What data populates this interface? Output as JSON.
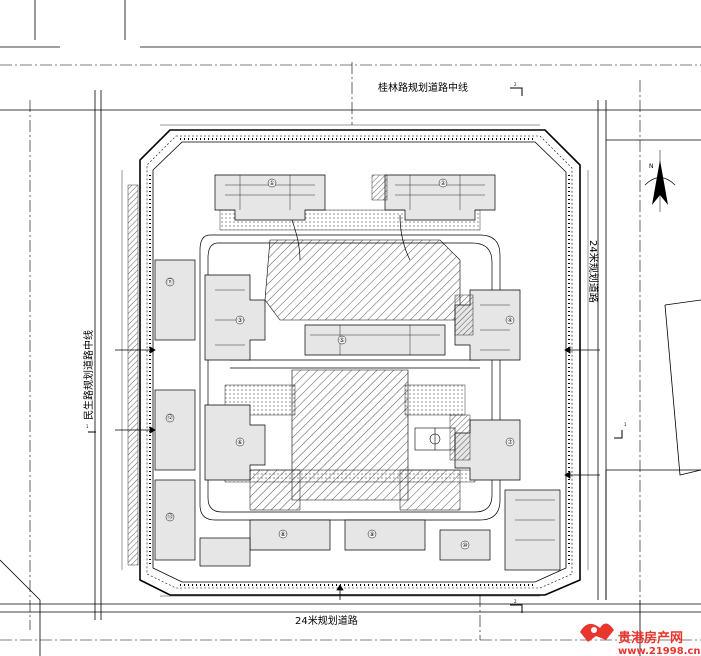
{
  "roads": {
    "top": "桂林路规划道路中线",
    "bottom": "24米规划道路",
    "left": "民生路规划道路中线",
    "right": "24米规划道路"
  },
  "markers": {
    "section_top": "2",
    "section_bottom": "2",
    "section_left": "1",
    "section_right": "1"
  },
  "north": "N",
  "buildings": [
    "①",
    "②",
    "③",
    "④",
    "⑤",
    "⑥",
    "⑦",
    "⑧",
    "⑨",
    "⑩",
    "⑪",
    "⑫",
    "⑬"
  ],
  "watermark": {
    "name": "贵港房产网",
    "url": "www.21998.cn"
  },
  "colors": {
    "line": "#000000",
    "hatch": "#555555",
    "fill_light": "#e6e6e6",
    "watermark": "#e8362e"
  }
}
